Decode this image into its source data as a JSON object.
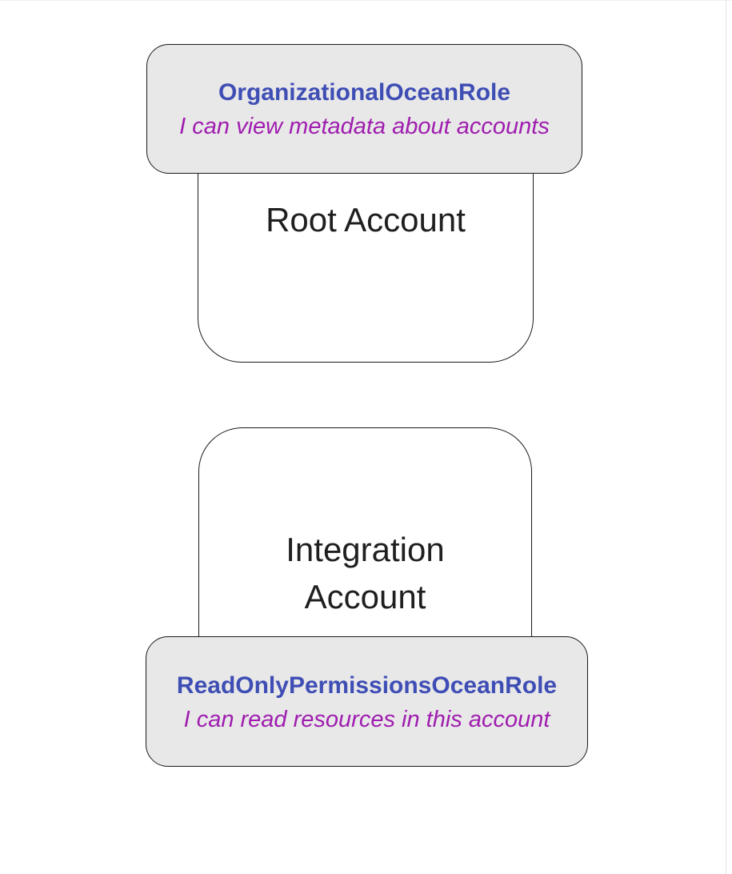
{
  "diagram": {
    "accounts": [
      {
        "name": "Root Account",
        "label_lines": [
          "Root Account"
        ],
        "role": {
          "title": "OrganizationalOceanRole",
          "description": "I can view metadata about accounts"
        },
        "role_position": "top"
      },
      {
        "name": "Integration Account",
        "label_lines": [
          "Integration",
          "Account"
        ],
        "role": {
          "title": "ReadOnlyPermissionsOceanRole",
          "description": "I can read resources in this account"
        },
        "role_position": "bottom"
      }
    ],
    "colors": {
      "role_title": "#3f4eb5",
      "role_description": "#9f1daf",
      "node_fill": "#e8e8e8",
      "node_border": "#1a1a1a",
      "account_fill": "#ffffff",
      "account_text": "#1f1f1f"
    }
  }
}
